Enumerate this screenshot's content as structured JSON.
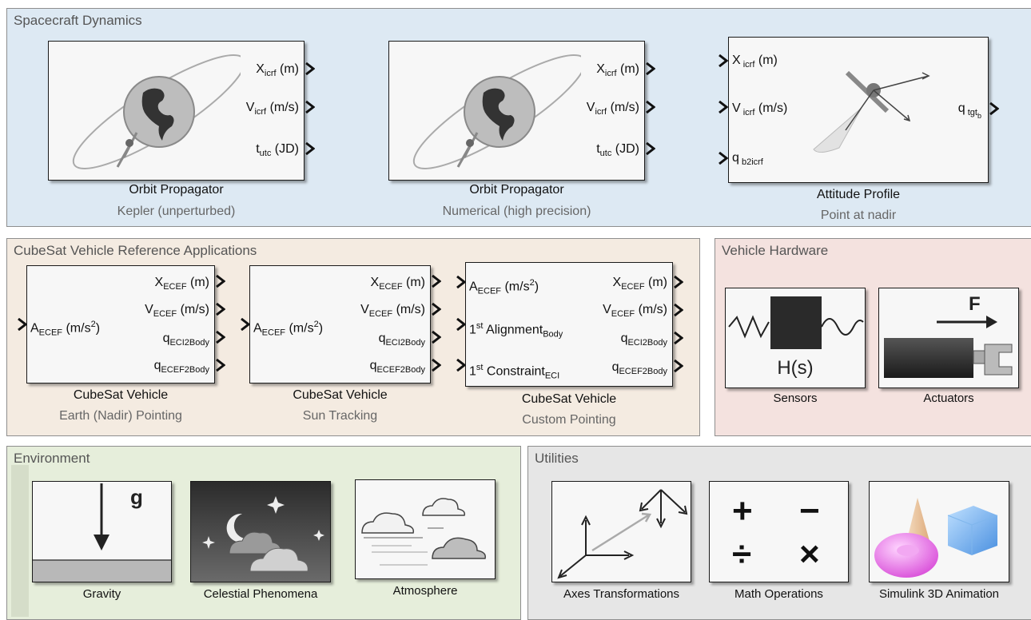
{
  "sections": {
    "spacecraft_dynamics": "Spacecraft Dynamics",
    "cubesat_vehicle": "CubeSat Vehicle Reference Applications",
    "vehicle_hardware": "Vehicle Hardware",
    "environment": "Environment",
    "utilities": "Utilities"
  },
  "colors": {
    "spacecraft_bg": "#dde9f3",
    "cubesat_bg": "#f4ebe1",
    "hardware_bg": "#f4e2df",
    "environment_bg": "#e6eedb",
    "utilities_bg": "#e6e6e6"
  },
  "blocks": {
    "orbit_kepler": {
      "title": "Orbit Propagator",
      "subtitle": "Kepler (unperturbed)",
      "ports_out": [
        {
          "base": "X",
          "sub": "icrf",
          "unit": "(m)"
        },
        {
          "base": "V",
          "sub": "icrf",
          "unit": "(m/s)"
        },
        {
          "base": "t",
          "sub": "utc",
          "unit": "(JD)"
        }
      ]
    },
    "orbit_numerical": {
      "title": "Orbit Propagator",
      "subtitle": "Numerical (high precision)",
      "ports_out": [
        {
          "base": "X",
          "sub": "icrf",
          "unit": "(m)"
        },
        {
          "base": "V",
          "sub": "icrf",
          "unit": "(m/s)"
        },
        {
          "base": "t",
          "sub": "utc",
          "unit": "(JD)"
        }
      ]
    },
    "attitude_profile": {
      "title": "Attitude Profile",
      "subtitle": "Point at nadir",
      "ports_in": [
        {
          "base": "X",
          "sub": " icrf",
          "unit": "(m)"
        },
        {
          "base": "V",
          "sub": " icrf",
          "unit": "(m/s)"
        },
        {
          "base": "q",
          "sub": " b2icrf",
          "unit": ""
        }
      ],
      "ports_out": [
        {
          "base": "q",
          "sub": " tgt",
          "subsub": "b"
        }
      ]
    },
    "cubesat_earth": {
      "title": "CubeSat Vehicle",
      "subtitle": "Earth (Nadir) Pointing",
      "port_in": {
        "base": "A",
        "sub": "ECEF",
        "unit": "(m/s",
        "sup": "2",
        "close": ")"
      },
      "ports_out": [
        {
          "base": "X",
          "sub": "ECEF",
          "unit": "(m)"
        },
        {
          "base": "V",
          "sub": "ECEF",
          "unit": "(m/s)"
        },
        {
          "base": "q",
          "sub": "ECI2Body",
          "unit": ""
        },
        {
          "base": "q",
          "sub": "ECEF2Body",
          "unit": ""
        }
      ]
    },
    "cubesat_sun": {
      "title": "CubeSat Vehicle",
      "subtitle": "Sun Tracking",
      "port_in": {
        "base": "A",
        "sub": "ECEF",
        "unit": "(m/s",
        "sup": "2",
        "close": ")"
      },
      "ports_out": [
        {
          "base": "X",
          "sub": "ECEF",
          "unit": "(m)"
        },
        {
          "base": "V",
          "sub": "ECEF",
          "unit": "(m/s)"
        },
        {
          "base": "q",
          "sub": "ECI2Body",
          "unit": ""
        },
        {
          "base": "q",
          "sub": "ECEF2Body",
          "unit": ""
        }
      ]
    },
    "cubesat_custom": {
      "title": "CubeSat Vehicle",
      "subtitle": "Custom Pointing",
      "ports_in": [
        {
          "pre": "A",
          "sub": "ECEF",
          "unit": " (m/s",
          "sup": "2",
          "close": ")"
        },
        {
          "pre": "1",
          "sup": "st",
          "mid": " Alignment",
          "sub": "Body"
        },
        {
          "pre": "1",
          "sup": "st",
          "mid": " Constraint",
          "sub": "ECI"
        }
      ],
      "ports_out": [
        {
          "base": "X",
          "sub": "ECEF",
          "unit": "(m)"
        },
        {
          "base": "V",
          "sub": "ECEF",
          "unit": "(m/s)"
        },
        {
          "base": "q",
          "sub": "ECI2Body",
          "unit": ""
        },
        {
          "base": "q",
          "sub": "ECEF2Body",
          "unit": ""
        }
      ]
    },
    "sensors": {
      "title": "Sensors",
      "inner": "H(s)"
    },
    "actuators": {
      "title": "Actuators",
      "inner": "F"
    },
    "gravity": {
      "title": "Gravity",
      "inner": "g"
    },
    "celestial": {
      "title": "Celestial Phenomena"
    },
    "atmosphere": {
      "title": "Atmosphere"
    },
    "axes": {
      "title": "Axes Transformations"
    },
    "math": {
      "title": "Math Operations",
      "symbols": [
        "+",
        "−",
        "÷",
        "×"
      ]
    },
    "sim3d": {
      "title": "Simulink 3D Animation"
    }
  }
}
